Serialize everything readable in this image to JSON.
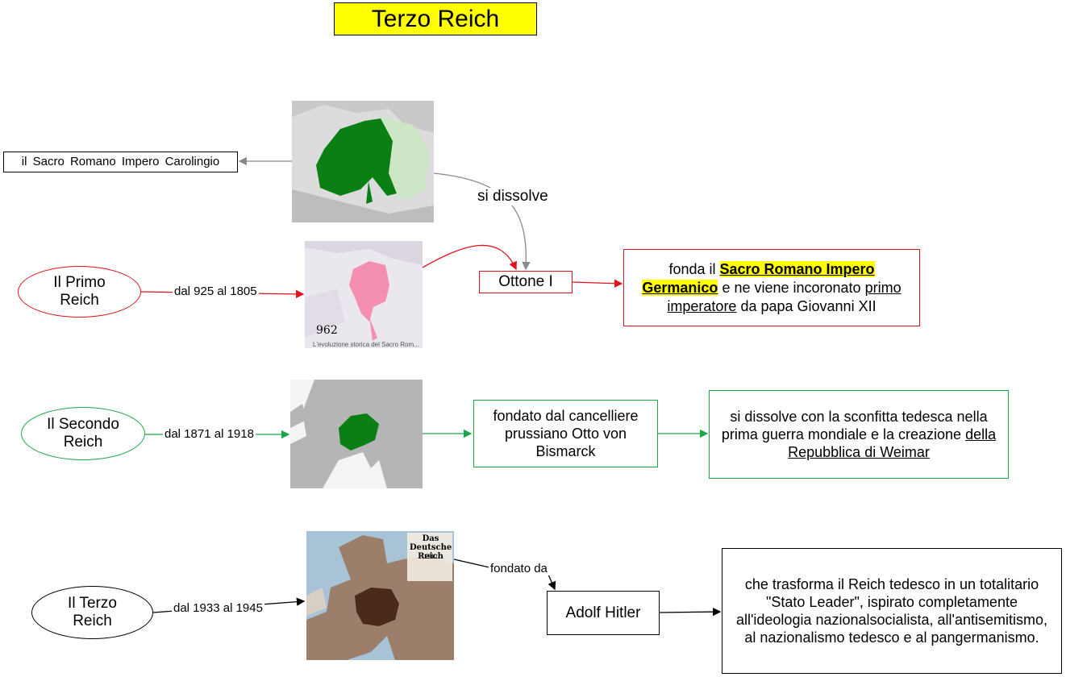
{
  "title": "Terzo Reich",
  "colors": {
    "red": "#e0141e",
    "green": "#1aa64a",
    "gray": "#8a8a8a",
    "highlight": "#ffff00"
  },
  "nodes": {
    "carolingio": "il  Sacro  Romano  Impero  Carolingio",
    "si_dissolve": "si dissolve",
    "primo_reich": "Il Primo Reich",
    "primo_period": "dal 925 al 1805",
    "ottone": "Ottone I",
    "fonda_pre": "fonda il ",
    "fonda_hl1": "Sacro Romano Impero",
    "fonda_hl2": "Germanico",
    "fonda_mid": " e ne viene incoronato",
    "fonda_ul": "primo imperatore",
    "fonda_post": " da papa Giovanni XII",
    "map_year": "962",
    "map_caption": "L'evoluzione storica del Sacro Rom...",
    "secondo_reich": "Il Secondo Reich",
    "secondo_period": "dal 1871 al 1918",
    "bismarck": "fondato dal cancelliere prussiano Otto von Bismarck",
    "weimar_pre": "si dissolve con la sconfitta tedesca nella prima guerra mondiale e la creazione ",
    "weimar_ul": "della Repubblica di Weimar",
    "terzo_reich": "Il Terzo Reich",
    "terzo_period": "dal 1933 al 1945",
    "fondato_da": "fondato da",
    "hitler": "Adolf Hitler",
    "stato_leader": "che trasforma il Reich tedesco in un totalitario \"Stato Leader\",  ispirato completamente all'ideologia nazionalsocialista, all'antisemitismo, al nazionalismo tedesco e al pangermanismo.",
    "map3_title": "Das Deutsche Reich",
    "map3_year": "1942"
  }
}
